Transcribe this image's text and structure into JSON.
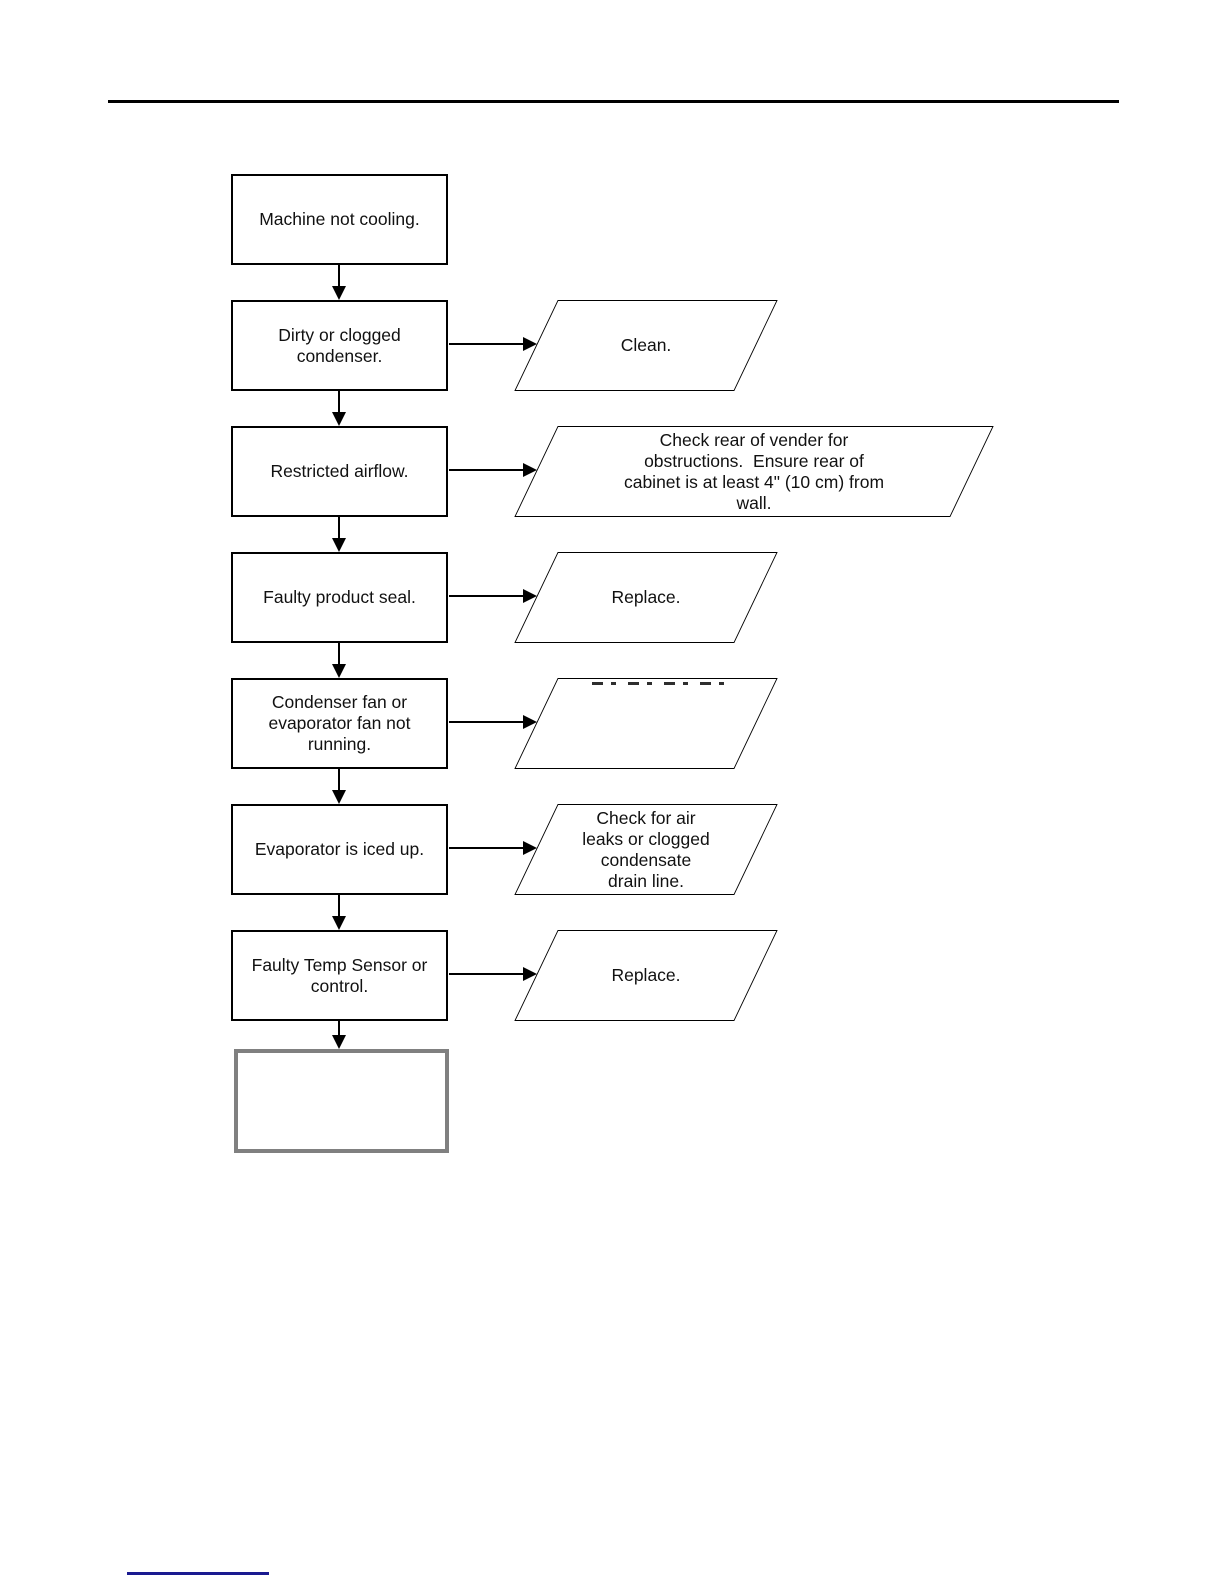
{
  "colors": {
    "line": "#000000",
    "text": "#111111",
    "end-box-border": "#808080",
    "footer-rule": "#1a1a90",
    "bg": "#ffffff"
  },
  "flowchart": {
    "title": "Machine not cooling troubleshooting flowchart",
    "nodes": [
      {
        "label": "Machine not cooling."
      },
      {
        "label": "Dirty or clogged\ncondenser."
      },
      {
        "label": "Restricted airflow."
      },
      {
        "label": "Faulty product seal."
      },
      {
        "label": "Condenser fan or\nevaporator fan not\nrunning."
      },
      {
        "label": "Evaporator is iced up."
      },
      {
        "label": "Faulty Temp Sensor or\ncontrol."
      },
      {
        "label": ""
      }
    ],
    "actions": [
      {
        "label": "Clean."
      },
      {
        "label": "Check rear of vender for\nobstructions.  Ensure rear of\ncabinet is at least 4\" (10 cm) from\nwall."
      },
      {
        "label": "Replace."
      },
      {
        "label": "",
        "clipped_text_present": true
      },
      {
        "label": "Check for air\nleaks or clogged\ncondensate\ndrain line."
      },
      {
        "label": "Replace."
      }
    ]
  }
}
